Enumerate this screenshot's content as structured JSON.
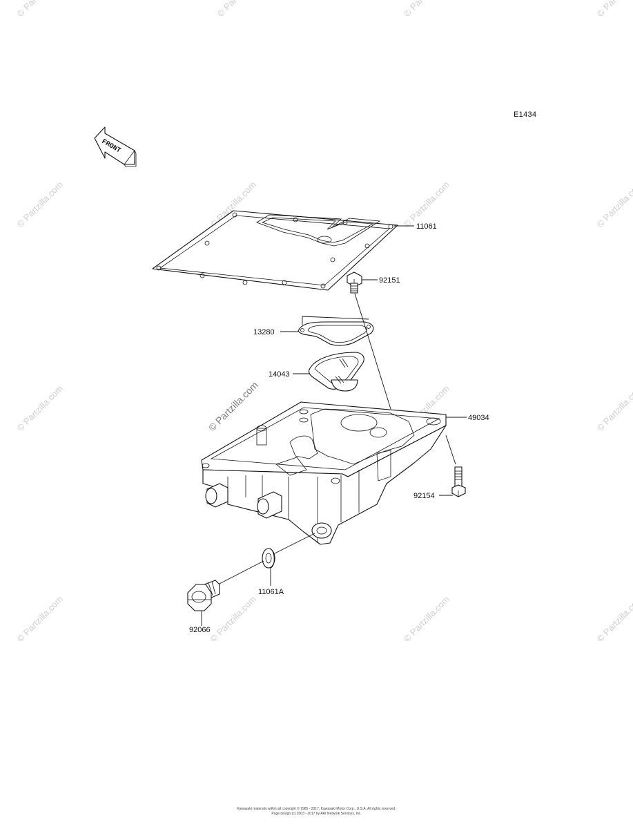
{
  "diagram_code": "E1434",
  "front_indicator": {
    "label": "FRONT",
    "icon": "front-arrow-icon"
  },
  "parts": [
    {
      "id": "gasket",
      "number": "11061"
    },
    {
      "id": "bolt-top",
      "number": "92151"
    },
    {
      "id": "plate-gasket",
      "number": "13280"
    },
    {
      "id": "strainer",
      "number": "14043"
    },
    {
      "id": "oil-pan",
      "number": "49034"
    },
    {
      "id": "bolt-side",
      "number": "92154"
    },
    {
      "id": "washer",
      "number": "11061A"
    },
    {
      "id": "drain-plug",
      "number": "92066"
    }
  ],
  "watermark": {
    "text": "© Partzilla.com",
    "center_text": "© Partzilla.com"
  },
  "footer": {
    "line1": "Kawasaki materials within all copyright © 1985 - 2017, Kawasaki Motor Corp., U.S.A. All rights reserved.",
    "line2": "Page design (c) 2003 - 2017 by ARI Network Services, Inc."
  }
}
